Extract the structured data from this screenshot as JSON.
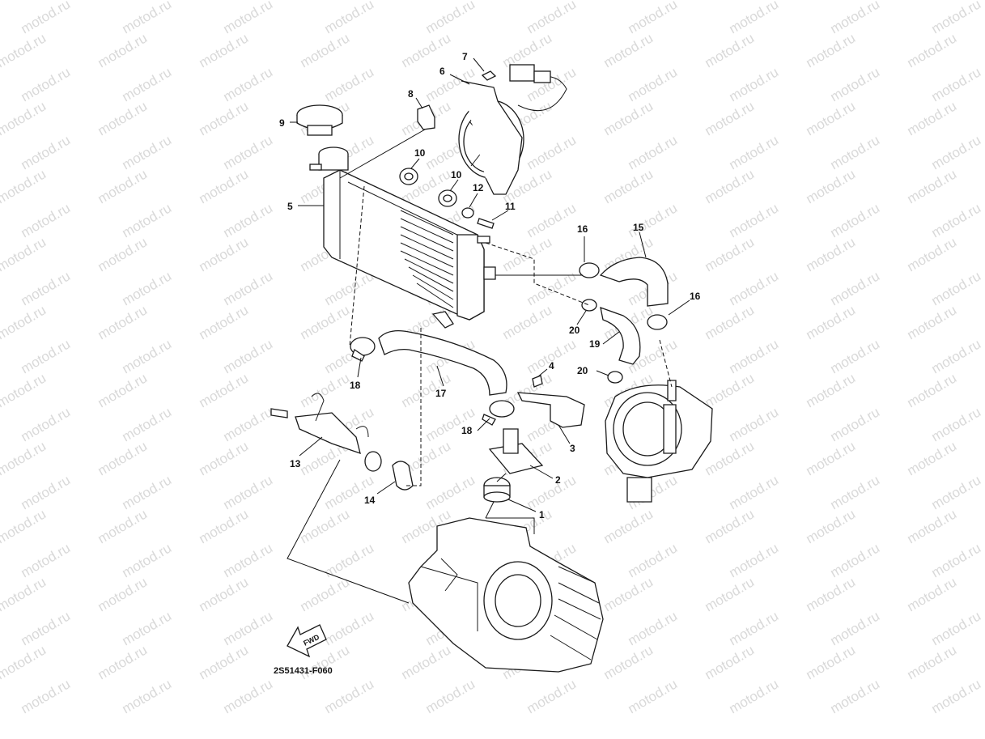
{
  "watermark": {
    "text": "motod.ru"
  },
  "callouts": [
    "1",
    "2",
    "3",
    "4",
    "5",
    "6",
    "7",
    "8",
    "9",
    "10",
    "10",
    "11",
    "12",
    "13",
    "14",
    "15",
    "16",
    "16",
    "17",
    "18",
    "18",
    "19",
    "20",
    "20"
  ],
  "fwd_label": "FWD",
  "diagram_code": "2S51431-F060"
}
